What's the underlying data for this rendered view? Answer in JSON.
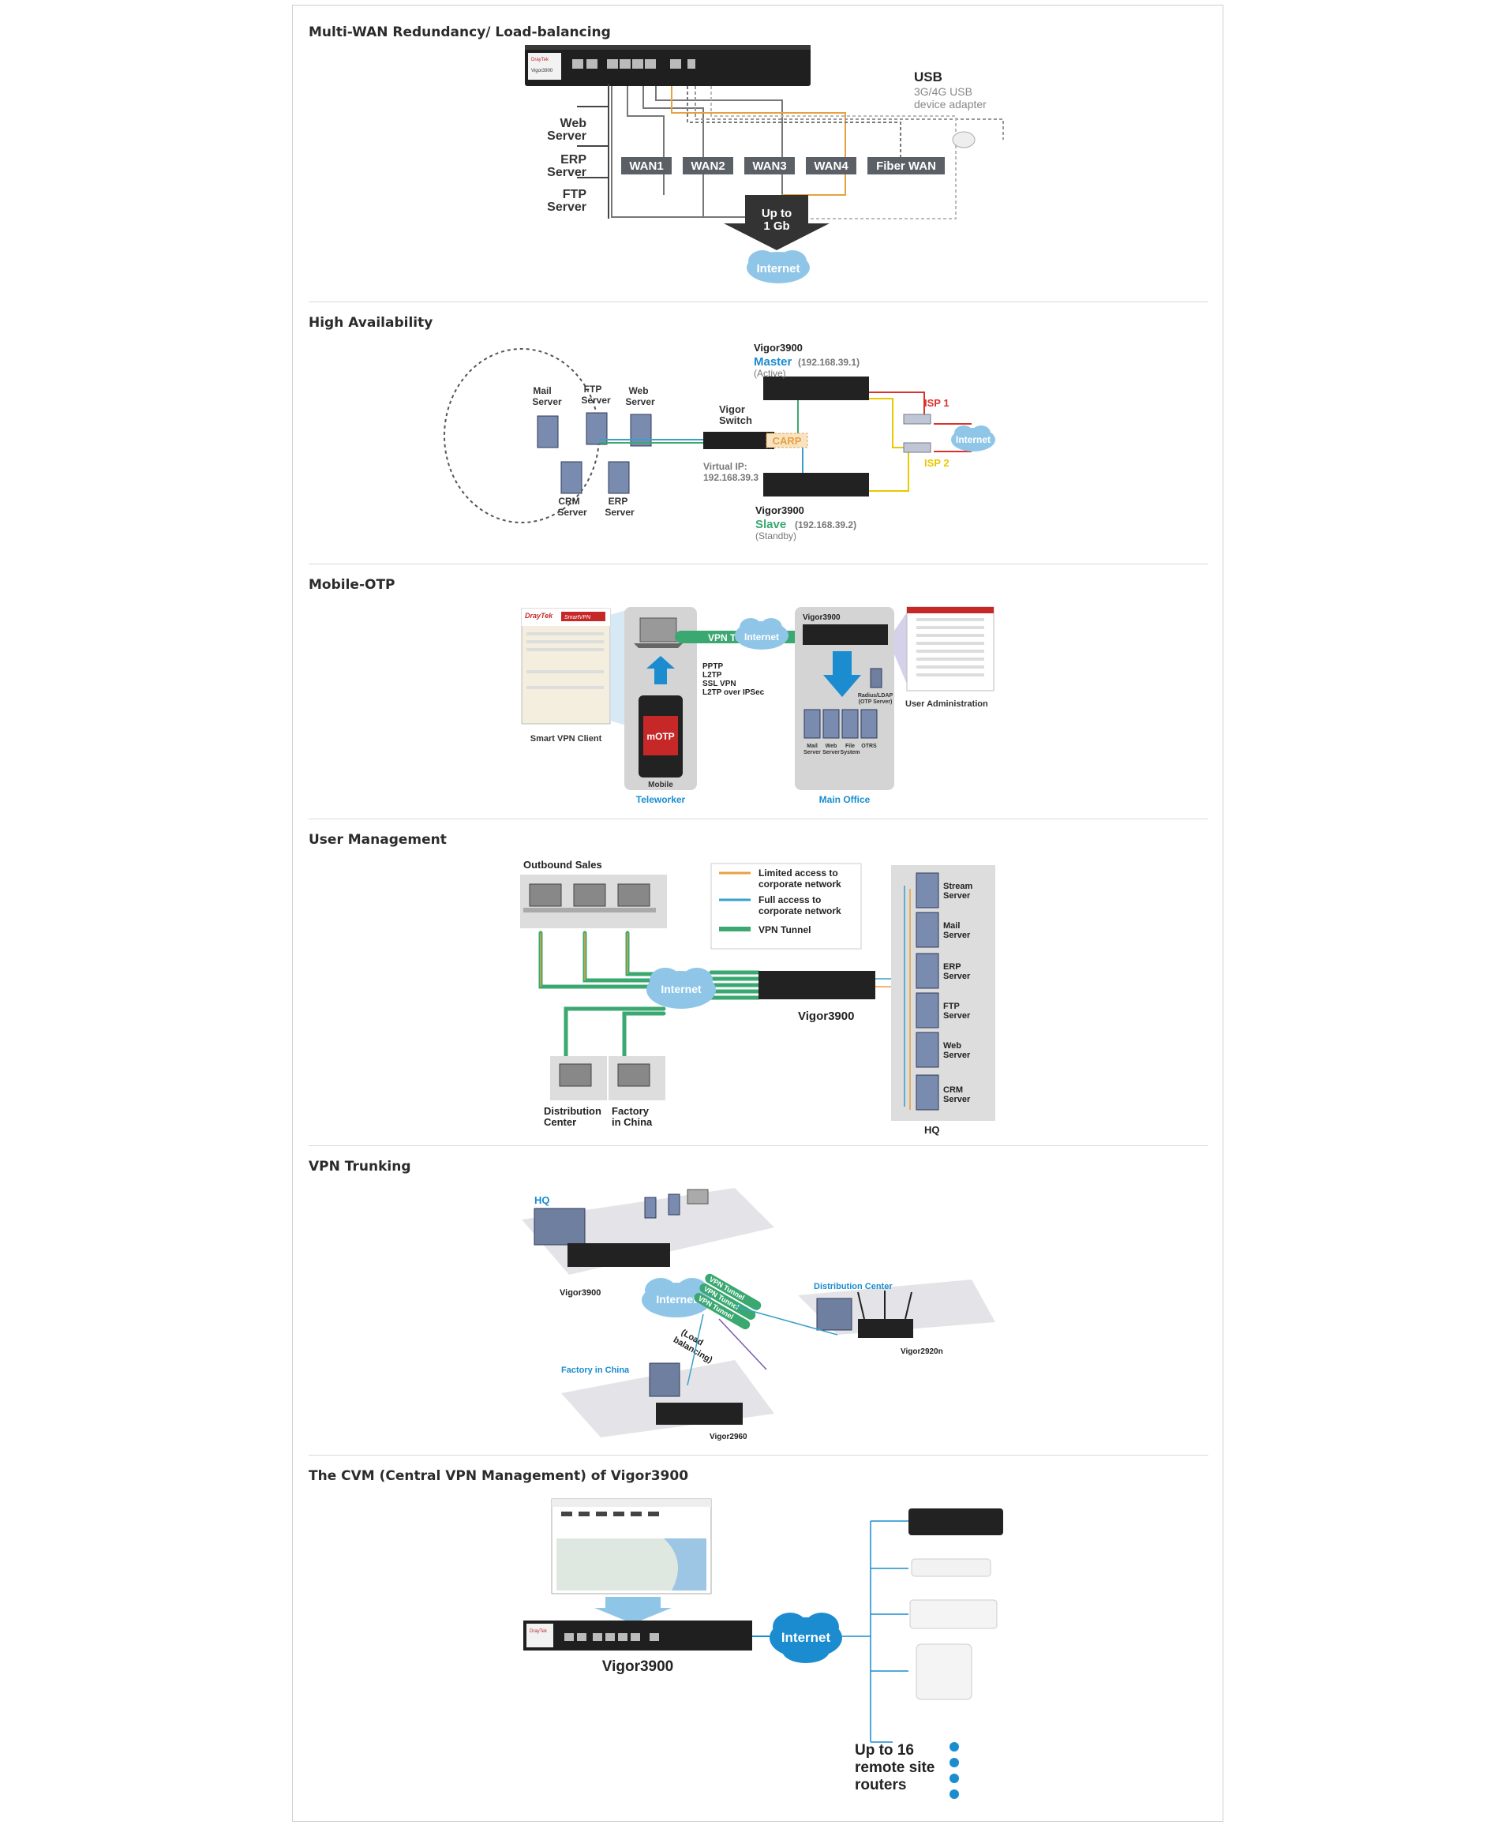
{
  "sections": [
    {
      "title": "Multi-WAN Redundancy/ Load-balancing",
      "labels": {
        "brand": "DrayTek",
        "model": "Vigor3900",
        "usb_title": "USB",
        "usb_sub1": "3G/4G USB",
        "usb_sub2": "device adapter",
        "server1a": "Web",
        "server1b": "Server",
        "server2a": "ERP",
        "server2b": "Server",
        "server3a": "FTP",
        "server3b": "Server",
        "wan1": "WAN1",
        "wan2": "WAN2",
        "wan3": "WAN3",
        "wan4": "WAN4",
        "fiber": "Fiber WAN",
        "arrow1": "Up to",
        "arrow2": "1 Gb",
        "internet": "Internet"
      }
    },
    {
      "title": "High Availability",
      "labels": {
        "mail1": "Mail",
        "mail2": "Server",
        "ftp1": "FTP",
        "ftp2": "Server",
        "web1": "Web",
        "web2": "Server",
        "crm1": "CRM",
        "crm2": "Server",
        "erp1": "ERP",
        "erp2": "Server",
        "vswitch1": "Vigor",
        "vswitch2": "Switch",
        "vip1": "Virtual IP:",
        "vip2": "192.168.39.3",
        "carp": "CARP",
        "master_model": "Vigor3900",
        "master_role": "Master",
        "master_ip": "(192.168.39.1)",
        "master_state": "(Active)",
        "slave_model": "Vigor3900",
        "slave_role": "Slave",
        "slave_ip": "(192.168.39.2)",
        "slave_state": "(Standby)",
        "isp1": "ISP 1",
        "isp2": "ISP 2",
        "internet": "Internet"
      }
    },
    {
      "title": "Mobile-OTP",
      "labels": {
        "smartvpn_brand": "DrayTek",
        "smartvpn_product": "SmartVPN",
        "smart_client": "Smart VPN Client",
        "vpn_tunnel": "VPN Tunnel",
        "internet": "Internet",
        "proto1": "PPTP",
        "proto2": "L2TP",
        "proto3": "SSL VPN",
        "proto4": "L2TP over IPSec",
        "motp": "mOTP",
        "mobile": "Mobile",
        "teleworker": "Teleworker",
        "vigor": "Vigor3900",
        "radius1": "Radius/LDAP",
        "radius2": "(OTP Server)",
        "mail1": "Mail",
        "mail2": "Server",
        "web1": "Web",
        "web2": "Server",
        "file1": "File",
        "file2": "System",
        "otrs": "OTRS",
        "main_office": "Main Office",
        "user_admin": "User Administration"
      }
    },
    {
      "title": "User Management",
      "labels": {
        "outbound": "Outbound  Sales",
        "legend_limited1": "Limited access to",
        "legend_limited2": "corporate network",
        "legend_full1": "Full access to",
        "legend_full2": "corporate network",
        "legend_vpn": "VPN Tunnel",
        "internet": "Internet",
        "vigor": "Vigor3900",
        "dist1": "Distribution",
        "dist2": "Center",
        "fact1": "Factory",
        "fact2": "in China",
        "hq": "HQ",
        "srv1a": "Stream",
        "srv1b": "Server",
        "srv2a": "Mail",
        "srv2b": "Server",
        "srv3a": "ERP",
        "srv3b": "Server",
        "srv4a": "FTP",
        "srv4b": "Server",
        "srv5a": "Web",
        "srv5b": "Server",
        "srv6a": "CRM",
        "srv6b": "Server"
      }
    },
    {
      "title": "VPN Trunking",
      "labels": {
        "hq": "HQ",
        "vigor3900": "Vigor3900",
        "internet": "Internet",
        "vpn1": "VPN Tunnel",
        "vpn2": "VPN Tunnel",
        "vpn3": "VPN Tunnel",
        "lb1": "(Load",
        "lb2": "balancing)",
        "dist": "Distribution Center",
        "vigor2920": "Vigor2920n",
        "factory": "Factory in China",
        "vigor2960": "Vigor2960"
      }
    },
    {
      "title": "The CVM (Central VPN Management) of Vigor3900",
      "labels": {
        "vigor": "Vigor3900",
        "brand": "DrayTek",
        "internet": "Internet",
        "remote1": "Up to 16",
        "remote2": "remote site",
        "remote3": "routers"
      }
    }
  ],
  "colors": {
    "wan_box": "#5a6066",
    "internet_cloud": "#8fc6e8",
    "orange_line": "#e8a040",
    "blue_accent": "#1a8ccf",
    "green_tunnel": "#3aa870",
    "red_isp": "#d9332b",
    "yellow_isp": "#e8c800"
  }
}
